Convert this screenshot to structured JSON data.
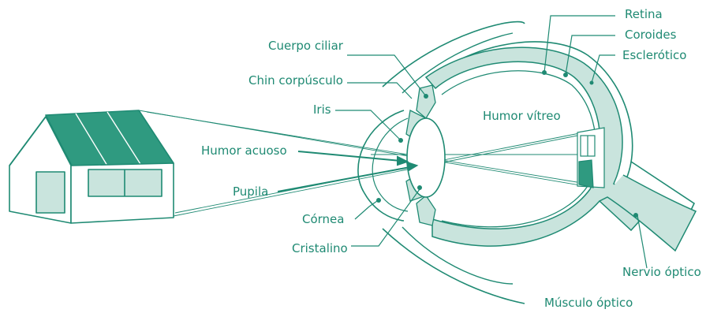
{
  "labels": {
    "retina": "Retina",
    "coroides": "Coroides",
    "esclerotico": "Esclerótico",
    "cuerpo_ciliar": "Cuerpo ciliar",
    "chin_corpusculo": "Chin corpúsculo",
    "iris": "Iris",
    "humor_vitreo": "Humor vítreo",
    "humor_acuoso": "Humor acuoso",
    "pupila": "Pupila",
    "cornea": "Córnea",
    "cristalino": "Cristalino",
    "nervio_optico": "Nervio óptico",
    "musculo_optico": "Músculo óptico"
  },
  "colors": {
    "teal": "#1f8a73",
    "teal_light": "#c9e4dd",
    "teal_roof": "#2f9a80",
    "white": "#ffffff"
  }
}
